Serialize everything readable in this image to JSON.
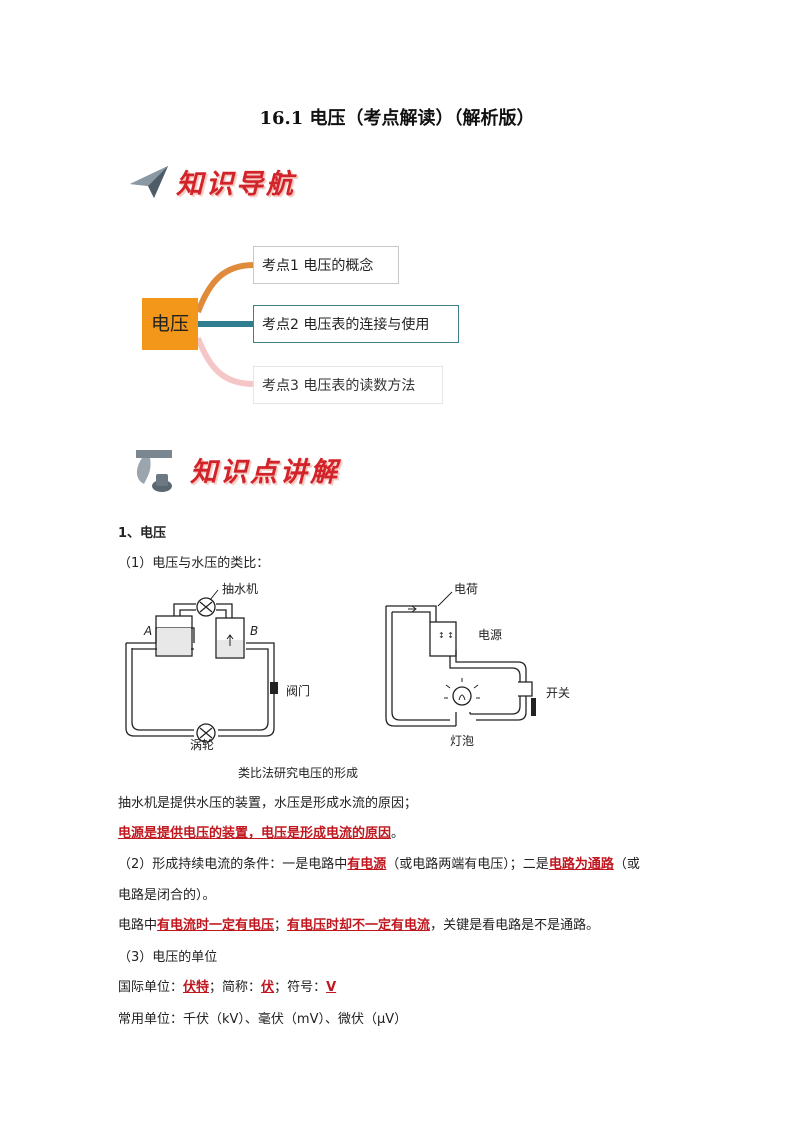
{
  "title": "16.1  电压（考点解读）（解析版）",
  "banners": {
    "nav": "知识导航",
    "explain": "知识点讲解"
  },
  "mindmap": {
    "root": "电压",
    "nodes": [
      "考点1   电压的概念",
      "考点2   电压表的连接与使用",
      "考点3   电压表的读数方法"
    ],
    "colors": [
      "#e08a3c",
      "#2f7d8e",
      "#f4c6c6"
    ]
  },
  "section1": {
    "heading": "1、电压",
    "sub1": "（1）电压与水压的类比：",
    "diagram": {
      "labels_left": {
        "pump": "抽水机",
        "a": "A",
        "b": "B",
        "valve": "阀门",
        "turbine": "涡轮"
      },
      "labels_right": {
        "charge": "电荷",
        "source": "电源",
        "switch": "开关",
        "bulb": "灯泡"
      },
      "caption": "类比法研究电压的形成"
    },
    "line_a": "抽水机是提供水压的装置，水压是形成水流的原因；",
    "line_b_red": "电源是提供电压的装置，电压是形成电流的原因",
    "line_b_end": "。",
    "line_c": {
      "p1": "（2）形成持续电流的条件：一是电路中",
      "r1": "有电源",
      "p2": "（或电路两端有电压）；二是",
      "r2": "电路为通路",
      "p3": "（或"
    },
    "line_d": "电路是闭合的）。",
    "line_e": {
      "p1": "电路中",
      "r1": "有电流时一定有电压",
      "p2": "；",
      "r2": "有电压时却不一定有电流",
      "p3": "，关键是看电路是不是通路。"
    },
    "sub3": "（3）电压的单位",
    "line_f": {
      "p1": "国际单位：",
      "r1": "伏特",
      "p2": "；简称：",
      "r2": "伏",
      "p3": "；符号：",
      "r3": "V"
    },
    "line_g": "常用单位：千伏（kV）、毫伏（mV）、微伏（μV）"
  }
}
